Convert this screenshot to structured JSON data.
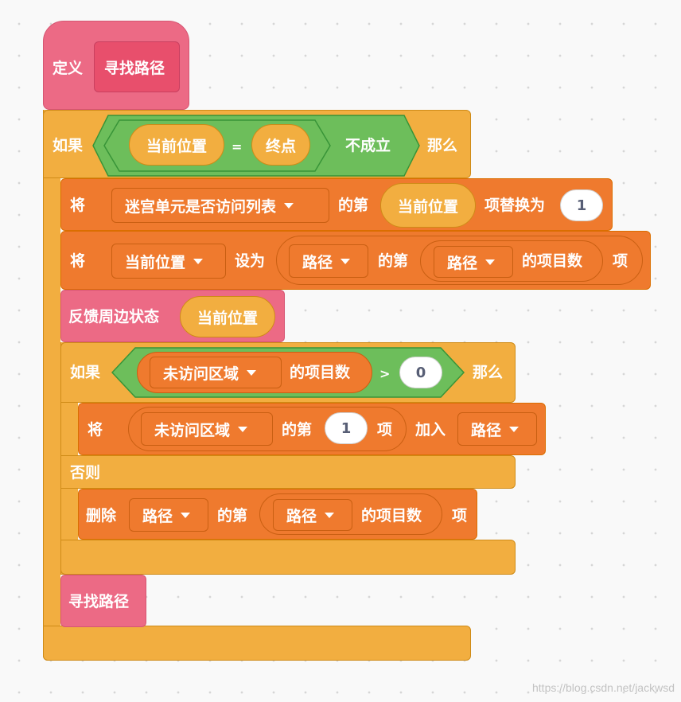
{
  "define_block": {
    "label": "定义",
    "name": "寻找路径"
  },
  "if_block": {
    "if_label": "如果",
    "then_label": "那么",
    "condition": {
      "left": "当前位置",
      "operator": "=",
      "right": "终点",
      "not_label": "不成立"
    }
  },
  "replace_block": {
    "label_set": "将",
    "list": "迷宫单元是否访问列表",
    "of_nth": "的第",
    "index": "当前位置",
    "replace_with": "项替换为",
    "value": "1"
  },
  "set_block": {
    "label_set": "将",
    "variable": "当前位置",
    "set_to": "设为",
    "list": "路径",
    "of_nth": "的第",
    "inner_list": "路径",
    "length_label": "的项目数",
    "item_label": "项"
  },
  "feedback_block": {
    "label": "反馈周边状态",
    "arg": "当前位置"
  },
  "inner_if_block": {
    "if_label": "如果",
    "then_label": "那么",
    "else_label": "否则",
    "condition": {
      "list": "未访问区域",
      "length_label": "的项目数",
      "operator": ">",
      "value": "0"
    }
  },
  "add_block": {
    "label_set": "将",
    "list": "未访问区域",
    "of_nth": "的第",
    "index": "1",
    "item_label": "项",
    "add_label": "加入",
    "target_list": "路径"
  },
  "delete_block": {
    "label": "删除",
    "list": "路径",
    "of_nth": "的第",
    "inner_list": "路径",
    "length_label": "的项目数",
    "item_label": "项"
  },
  "call_block": {
    "label": "寻找路径"
  },
  "watermark": "https://blog.csdn.net/jackwsd",
  "colors": {
    "control": "#F2AE40",
    "data_list": "#EF7A2E",
    "custom_block": "#EC6A85",
    "operator": "#6DBE5B"
  }
}
